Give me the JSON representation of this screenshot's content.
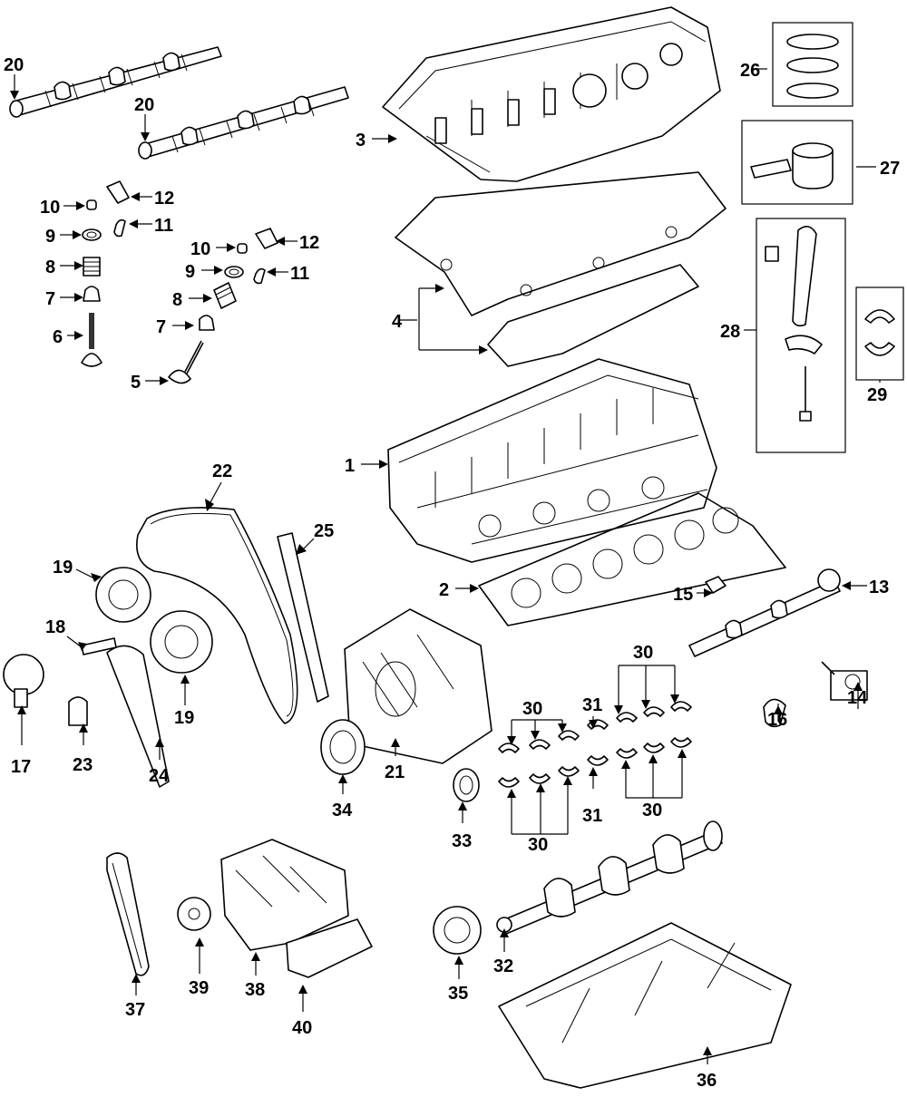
{
  "callouts": [
    {
      "id": "c1",
      "text": "1"
    },
    {
      "id": "c2",
      "text": "2"
    },
    {
      "id": "c3",
      "text": "3"
    },
    {
      "id": "c4",
      "text": "4"
    },
    {
      "id": "c5",
      "text": "5"
    },
    {
      "id": "c6",
      "text": "6"
    },
    {
      "id": "c7a",
      "text": "7"
    },
    {
      "id": "c7b",
      "text": "7"
    },
    {
      "id": "c8a",
      "text": "8"
    },
    {
      "id": "c8b",
      "text": "8"
    },
    {
      "id": "c9a",
      "text": "9"
    },
    {
      "id": "c9b",
      "text": "9"
    },
    {
      "id": "c10a",
      "text": "10"
    },
    {
      "id": "c10b",
      "text": "10"
    },
    {
      "id": "c11a",
      "text": "11"
    },
    {
      "id": "c11b",
      "text": "11"
    },
    {
      "id": "c12a",
      "text": "12"
    },
    {
      "id": "c12b",
      "text": "12"
    },
    {
      "id": "c13",
      "text": "13"
    },
    {
      "id": "c14",
      "text": "14"
    },
    {
      "id": "c15",
      "text": "15"
    },
    {
      "id": "c16",
      "text": "16"
    },
    {
      "id": "c17",
      "text": "17"
    },
    {
      "id": "c18",
      "text": "18"
    },
    {
      "id": "c19a",
      "text": "19"
    },
    {
      "id": "c19b",
      "text": "19"
    },
    {
      "id": "c20a",
      "text": "20"
    },
    {
      "id": "c20b",
      "text": "20"
    },
    {
      "id": "c21",
      "text": "21"
    },
    {
      "id": "c22",
      "text": "22"
    },
    {
      "id": "c23",
      "text": "23"
    },
    {
      "id": "c24",
      "text": "24"
    },
    {
      "id": "c25",
      "text": "25"
    },
    {
      "id": "c26",
      "text": "26"
    },
    {
      "id": "c27",
      "text": "27"
    },
    {
      "id": "c28",
      "text": "28"
    },
    {
      "id": "c29",
      "text": "29"
    },
    {
      "id": "c30a",
      "text": "30"
    },
    {
      "id": "c30b",
      "text": "30"
    },
    {
      "id": "c30c",
      "text": "30"
    },
    {
      "id": "c30d",
      "text": "30"
    },
    {
      "id": "c31a",
      "text": "31"
    },
    {
      "id": "c31b",
      "text": "31"
    },
    {
      "id": "c32",
      "text": "32"
    },
    {
      "id": "c33",
      "text": "33"
    },
    {
      "id": "c34",
      "text": "34"
    },
    {
      "id": "c35",
      "text": "35"
    },
    {
      "id": "c36",
      "text": "36"
    },
    {
      "id": "c37",
      "text": "37"
    },
    {
      "id": "c38",
      "text": "38"
    },
    {
      "id": "c39",
      "text": "39"
    },
    {
      "id": "c40",
      "text": "40"
    }
  ]
}
